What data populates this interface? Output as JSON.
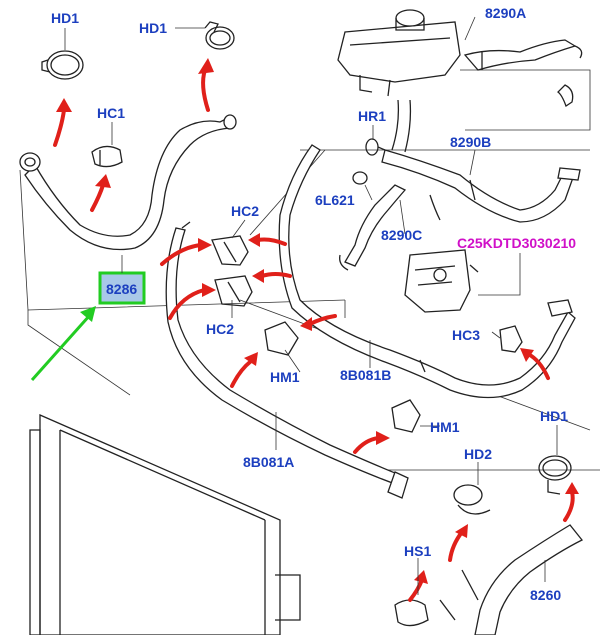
{
  "labels": {
    "hd1_top_left": "HD1",
    "hd1_top_mid": "HD1",
    "hc1": "HC1",
    "hc2_upper": "HC2",
    "hc2_lower": "HC2",
    "hc3": "HC3",
    "hr1": "HR1",
    "l6621": "6L621",
    "p8290a": "8290A",
    "p8290b": "8290B",
    "p8290c": "8290C",
    "c25": "C25KDTD3030210",
    "p8286": "8286",
    "hm1_left": "HM1",
    "hm1_right": "HM1",
    "p8b081b": "8B081B",
    "p8b081a": "8B081A",
    "hd1_right": "HD1",
    "hd2": "HD2",
    "hs1": "HS1",
    "p8260": "8260"
  },
  "colors": {
    "label_blue": "#1c3fbf",
    "label_magenta": "#d010c8",
    "arrow_red": "#e0201a",
    "highlight_green": "#22cc22",
    "highlight_fill": "#a9c8e8"
  }
}
